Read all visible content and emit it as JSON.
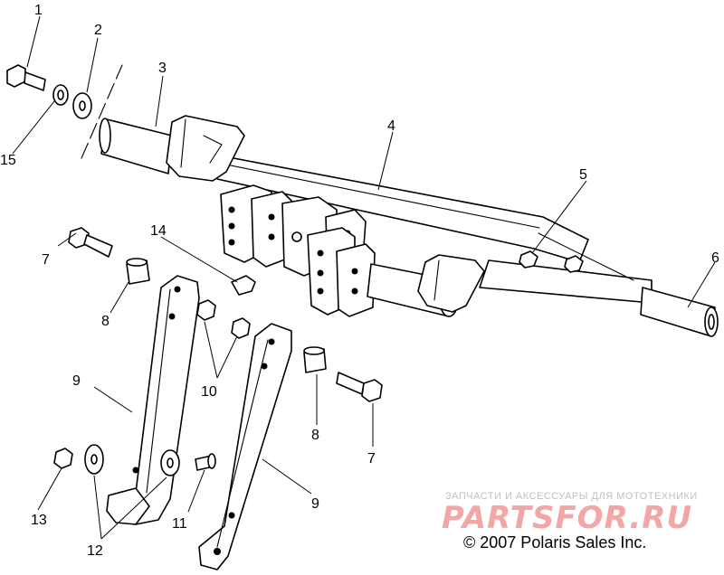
{
  "callouts": {
    "c1": "1",
    "c2": "2",
    "c3": "3",
    "c4": "4",
    "c5": "5",
    "c6": "6",
    "c7a": "7",
    "c7b": "7",
    "c8a": "8",
    "c8b": "8",
    "c9a": "9",
    "c9b": "9",
    "c10": "10",
    "c11": "11",
    "c12": "12",
    "c13": "13",
    "c14": "14",
    "c15": "15"
  },
  "watermark": {
    "tagline": "ЗАПЧАСТИ И АКСЕССУАРЫ ДЛЯ МОТОТЕХНИКИ",
    "logo": "PARTSFOR.RU"
  },
  "copyright": "© 2007 Polaris Sales Inc."
}
